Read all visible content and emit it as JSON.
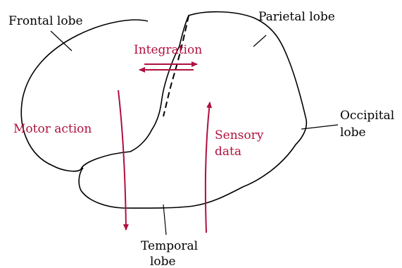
{
  "labels": {
    "frontal_lobe": "Frontal lobe",
    "parietal_lobe": "Parietal lobe",
    "occipital_line1": "Occipital",
    "occipital_line2": "lobe",
    "temporal_line1": "Temporal",
    "temporal_line2": "lobe"
  },
  "annotations": {
    "integration": "Integration",
    "motor_action": "Motor action",
    "sensory_line1": "Sensory",
    "sensory_line2": "data"
  },
  "colors": {
    "outline": "#000000",
    "accent": "#b0103e"
  }
}
